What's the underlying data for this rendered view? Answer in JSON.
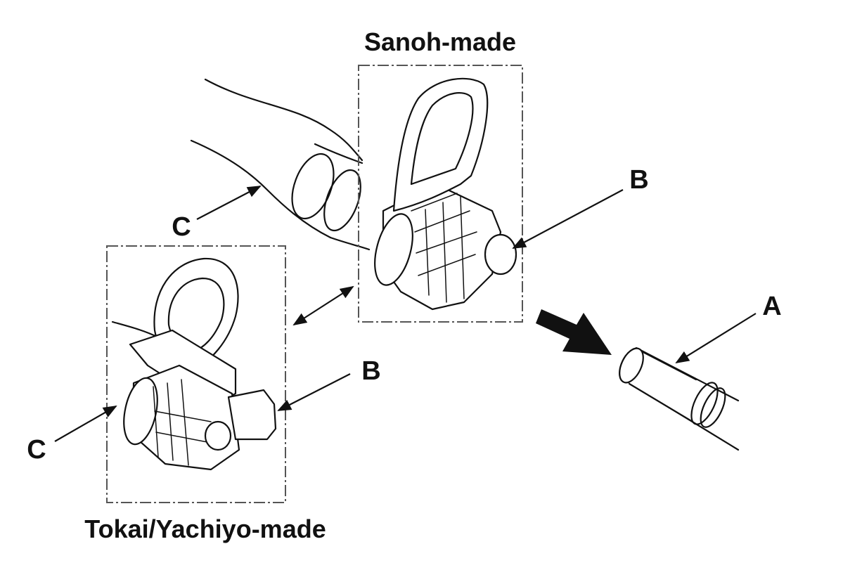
{
  "labels": {
    "sanoh_caption": "Sanoh-made",
    "tokai_caption": "Tokai/Yachiyo-made",
    "callout_a": "A",
    "callout_b_upper": "B",
    "callout_b_lower": "B",
    "callout_c_upper": "C",
    "callout_c_lower": "C"
  },
  "colors": {
    "line": "#111111",
    "frame": "#555555",
    "arrow_fill": "#111111",
    "background": "#ffffff"
  }
}
